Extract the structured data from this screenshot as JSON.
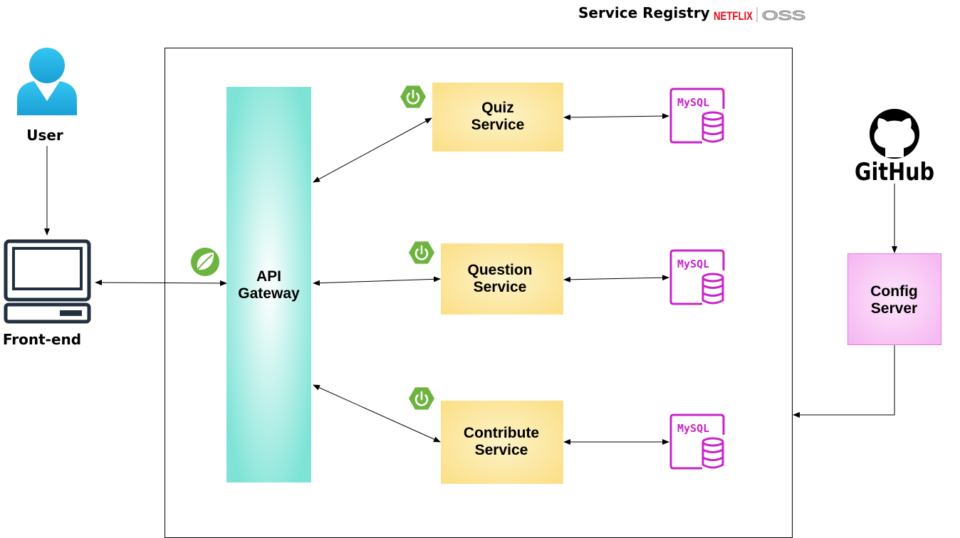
{
  "header": {
    "title": "Service Registry",
    "brand": "NETFLIX",
    "brand_suffix": "OSS",
    "brand_color": "#e50914",
    "oss_color": "#9a9a9a"
  },
  "actors": {
    "user": {
      "label": "User",
      "icon": "user-icon",
      "color": "#29b6e6"
    },
    "frontend": {
      "label": "Front-end",
      "icon": "computer-terminal-icon",
      "color": "#232f3e"
    }
  },
  "gateway": {
    "line1": "API",
    "line2": "Gateway",
    "icon": "spring-leaf-icon",
    "color": "#7ee3d6"
  },
  "services": [
    {
      "line1": "Quiz",
      "line2": "Service",
      "icon": "spring-boot-power-icon"
    },
    {
      "line1": "Question",
      "line2": "Service",
      "icon": "spring-boot-power-icon"
    },
    {
      "line1": "Contribute",
      "line2": "Service",
      "icon": "spring-boot-power-icon"
    }
  ],
  "databases": [
    {
      "label": "MySQL",
      "icon": "mysql-database-icon"
    },
    {
      "label": "MySQL",
      "icon": "mysql-database-icon"
    },
    {
      "label": "MySQL",
      "icon": "mysql-database-icon"
    }
  ],
  "config": {
    "line1": "Config",
    "line2": "Server",
    "color": "#f9c6f5"
  },
  "github": {
    "label": "GitHub",
    "icon": "github-octocat-icon"
  },
  "colors": {
    "service_fill": "#fbe8a0",
    "mysql": "#c924c9",
    "spring": "#6db33f"
  }
}
